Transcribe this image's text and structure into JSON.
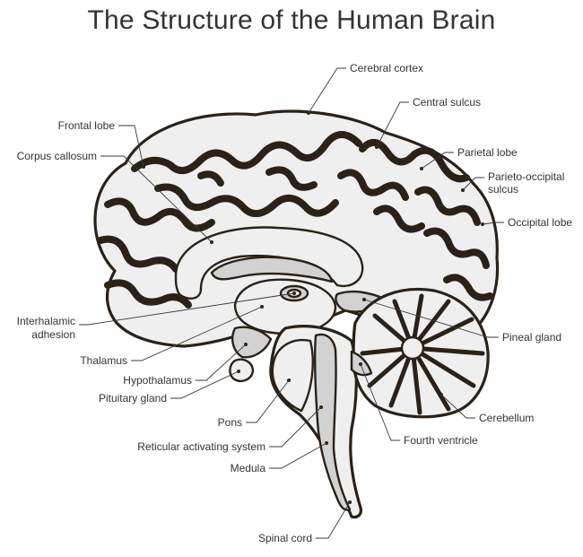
{
  "title": "The Structure of the Human Brain",
  "labels": {
    "cerebral_cortex": "Cerebral cortex",
    "central_sulcus": "Central sulcus",
    "frontal_lobe": "Frontal lobe",
    "corpus_callosum": "Corpus callosum",
    "parietal_lobe": "Parietal lobe",
    "parieto_occipital_1": "Parieto-occipital",
    "parieto_occipital_2": "sulcus",
    "occipital_lobe": "Occipital lobe",
    "interhalamic_1": "Interhalamic",
    "interhalamic_2": "adhesion",
    "pineal_gland": "Pineal gland",
    "thalamus": "Thalamus",
    "hypothalamus": "Hypothalamus",
    "pituitary_gland": "Pituitary gland",
    "cerebellum": "Cerebellum",
    "pons": "Pons",
    "fourth_ventricle": "Fourth ventricle",
    "reticular_activating_system": "Reticular activating system",
    "medula": "Medula",
    "spinal_cord": "Spinal cord"
  },
  "colors": {
    "outline": "#2a2118",
    "fill": "#efefef",
    "inner_gray": "#d2d2d2",
    "text": "#333333"
  }
}
